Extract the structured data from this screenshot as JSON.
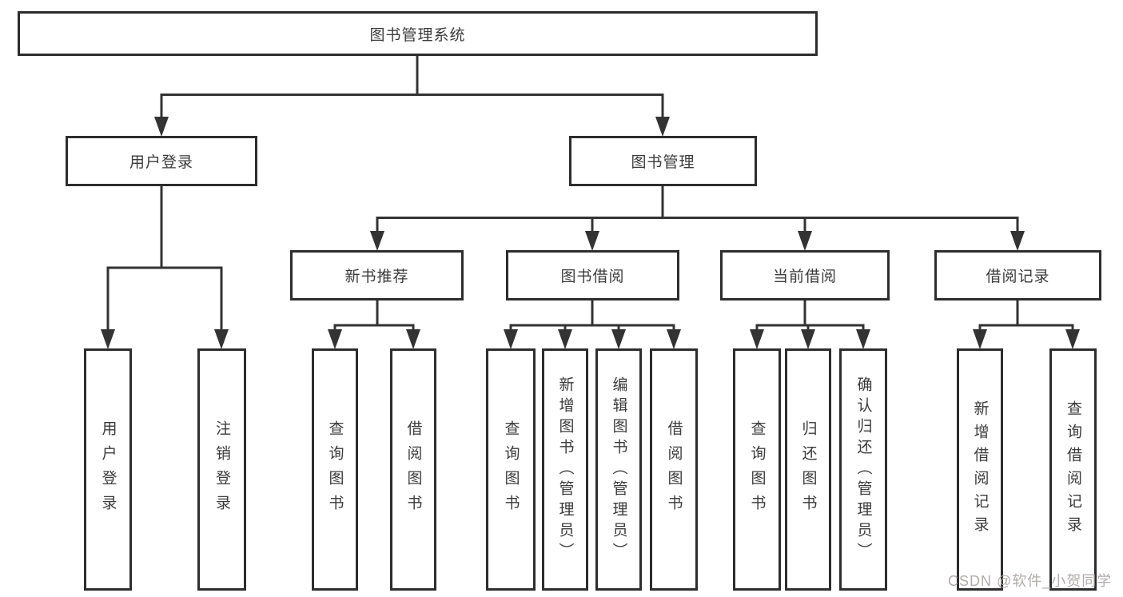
{
  "diagram": {
    "title": "图书管理系统",
    "level2": {
      "user_login": "用户登录",
      "book_management": "图书管理"
    },
    "level3": {
      "new_book_recommend": "新书推荐",
      "book_borrow": "图书借阅",
      "current_borrow": "当前借阅",
      "borrow_records": "借阅记录"
    },
    "leaves": {
      "user_login": [
        "用户登录",
        "注销登录"
      ],
      "new_book_recommend": [
        "查询图书",
        "借阅图书"
      ],
      "book_borrow": [
        "查询图书",
        "新增图书（管理员）",
        "编辑图书（管理员）",
        "借阅图书"
      ],
      "current_borrow": [
        "查询图书",
        "归还图书",
        "确认归还（管理员）"
      ],
      "borrow_records": [
        "新增借阅记录",
        "查询借阅记录"
      ]
    },
    "watermark": "CSDN @软件_小贺同学",
    "colors": {
      "line": "#333333",
      "box_border": "#2d2d2d",
      "text": "#3b3b3b",
      "watermark": "#aba4a4",
      "background": "#ffffff"
    }
  }
}
